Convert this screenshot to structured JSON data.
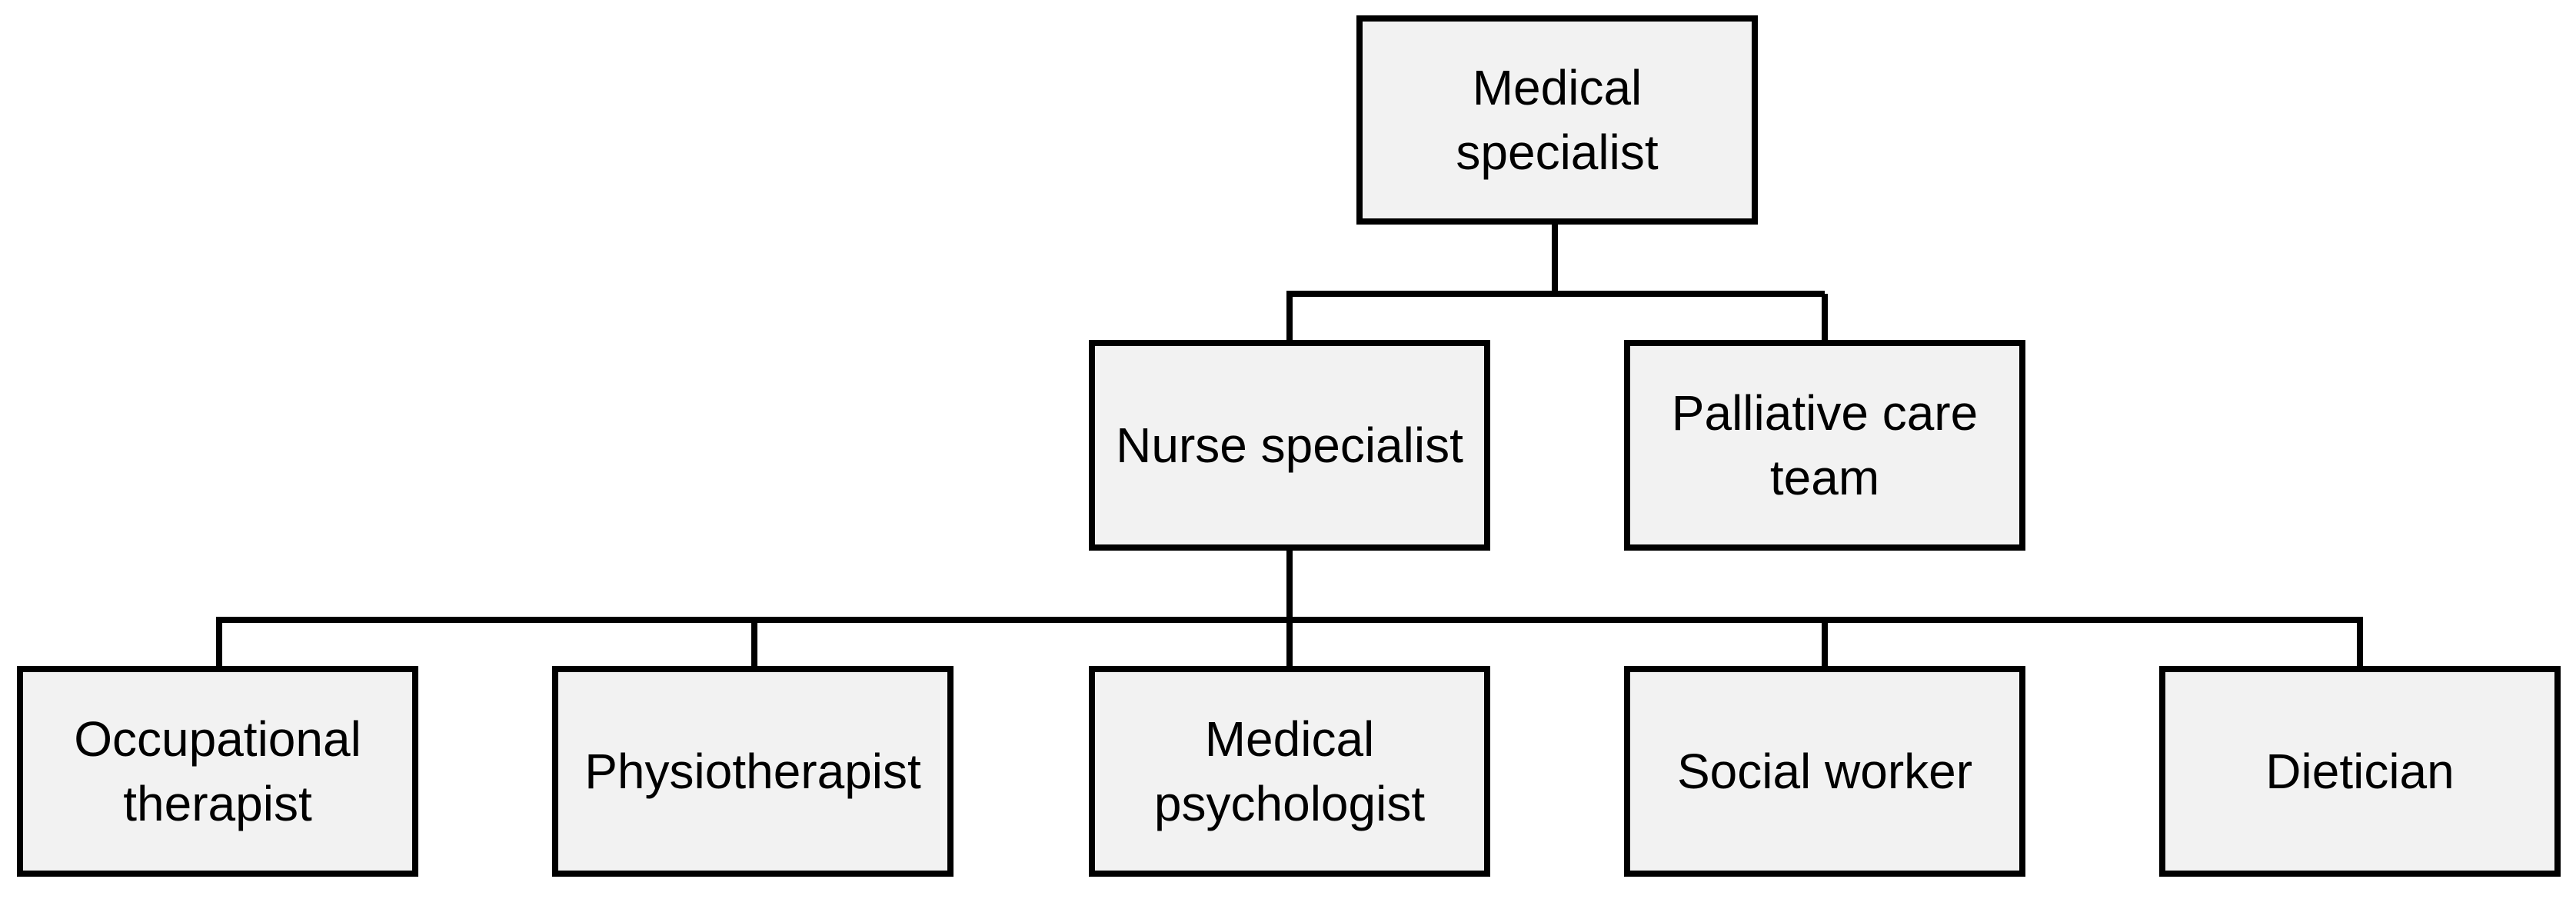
{
  "org_chart": {
    "colors": {
      "box_fill": "#f2f2f2",
      "box_border": "#000000",
      "connector": "#000000",
      "background": "#ffffff"
    },
    "nodes": {
      "medical_specialist": "Medical\nspecialist",
      "nurse_specialist": "Nurse specialist",
      "palliative_care_team": "Palliative care\nteam",
      "occupational_therapist": "Occupational\ntherapist",
      "physiotherapist": "Physiotherapist",
      "medical_psychologist": "Medical\npsychologist",
      "social_worker": "Social worker",
      "dietician": "Dietician"
    },
    "hierarchy": [
      {
        "parent": "medical_specialist",
        "children": [
          "nurse_specialist",
          "palliative_care_team"
        ]
      },
      {
        "parent": "nurse_specialist",
        "children": [
          "occupational_therapist",
          "physiotherapist",
          "medical_psychologist",
          "social_worker",
          "dietician"
        ]
      }
    ]
  }
}
